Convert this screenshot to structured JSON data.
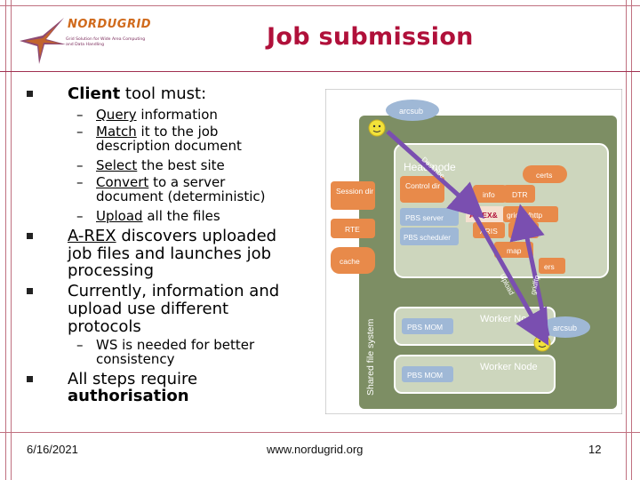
{
  "header": {
    "title": "Job submission",
    "logo_name": "NORDUGRID",
    "logo_tagline": "Grid Solution for Wide Area Computing and Data Handling"
  },
  "bullets": {
    "b1_head": "Client",
    "b1_rest": " tool must:",
    "sub1": [
      {
        "key": "Query",
        "rest": " information"
      },
      {
        "key": "Match",
        "rest": " it to the job"
      },
      {
        "cont": "description document"
      },
      {
        "key": "Select",
        "rest": " the best site"
      },
      {
        "key": "Convert",
        "rest": " to a server"
      },
      {
        "cont": "document (deterministic)"
      },
      {
        "key": "Upload",
        "rest": " all the files"
      }
    ],
    "b2_head": "A-REX",
    "b2_l1": " discovers uploaded",
    "b2_l2": "job files and launches job",
    "b2_l3": "processing",
    "b3_l1": "Currently, information and",
    "b3_l2": "upload use different",
    "b3_l3": "protocols",
    "sub3_l1": "WS is needed for better",
    "sub3_l2": "consistency",
    "b4_l1": "All steps require",
    "b4_l2": "authorisation"
  },
  "diagram": {
    "arcsub_top": "arcsub",
    "arcsub_bottom": "arcsub",
    "head_node": "Head node",
    "session_dir": "Session dir",
    "control_dir": "Control dir",
    "info": "info",
    "dtr": "DTR",
    "certs": "certs",
    "pbs_server": "PBS server",
    "arex": "A'REX&",
    "gridftp_http": "gridftp/http",
    "rte": "RTE",
    "pbs_scheduler": "PBS scheduler",
    "aris": "ARIS",
    "jura": "JURA",
    "map": "map",
    "cache": "cache",
    "ers": "ers",
    "describe": "Describe",
    "upload": "Upload",
    "gridftp": "gridftp",
    "shared_fs": "Shared file system",
    "pbs_mom_1": "PBS MOM",
    "worker_node_1": "Worker Node",
    "pbs_mom_2": "PBS MOM",
    "worker_node_2": "Worker Node"
  },
  "footer": {
    "date": "6/16/2021",
    "url": "www.nordugrid.org",
    "page": "12"
  },
  "colors": {
    "title": "#b0103a",
    "box_orange": "#e88a4a",
    "box_blue": "#9fb8d6",
    "arrow": "#7a4fb0",
    "node_bg": "#7d8e64"
  }
}
